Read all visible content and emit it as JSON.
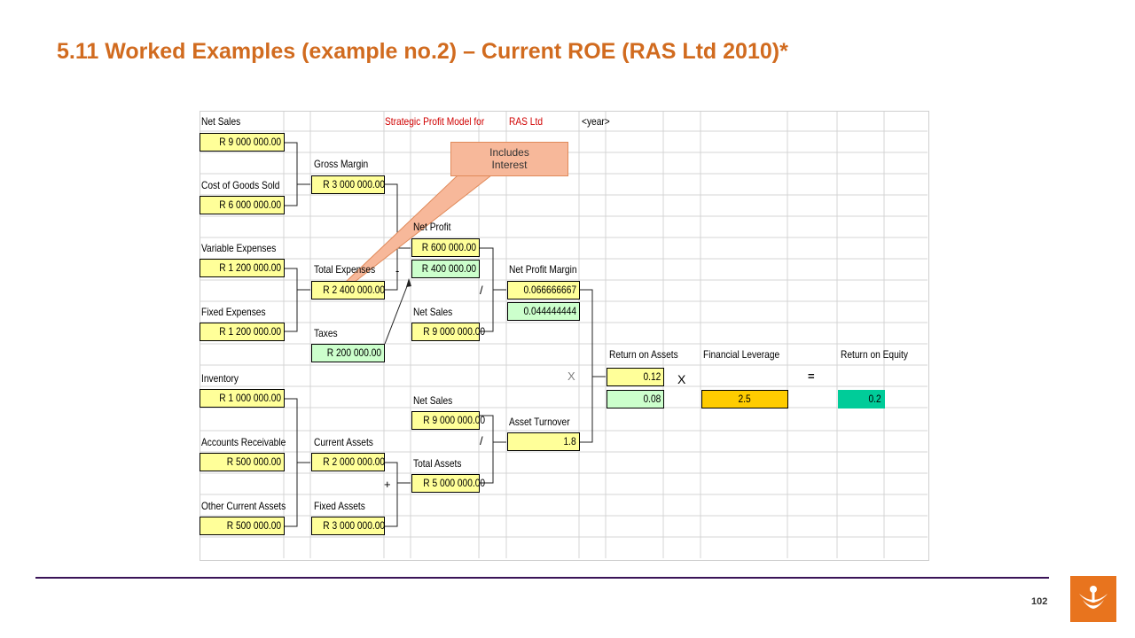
{
  "title": "5.11 Worked Examples (example no.2) – Current ROE (RAS Ltd 2010)*",
  "header": {
    "model_label": "Strategic Profit Model for",
    "company": "RAS Ltd",
    "year": "<year>"
  },
  "callout": {
    "line1": "Includes",
    "line2": "Interest"
  },
  "labels": {
    "net_sales": "Net Sales",
    "gross_margin": "Gross Margin",
    "cost_of_goods_sold": "Cost of Goods Sold",
    "net_profit": "Net Profit",
    "variable_expenses": "Variable Expenses",
    "total_expenses": "Total Expenses",
    "net_profit_margin": "Net Profit Margin",
    "fixed_expenses": "Fixed Expenses",
    "net_sales_2": "Net Sales",
    "taxes": "Taxes",
    "return_on_assets": "Return on Assets",
    "financial_leverage": "Financial Leverage",
    "return_on_equity": "Return on Equity",
    "inventory": "Inventory",
    "net_sales_3": "Net Sales",
    "asset_turnover": "Asset Turnover",
    "accounts_receivable": "Accounts Receivable",
    "current_assets": "Current Assets",
    "total_assets": "Total Assets",
    "other_current_assets": "Other Current Assets",
    "fixed_assets": "Fixed Assets"
  },
  "values": {
    "net_sales": "R 9 000 000.00",
    "gross_margin": "R 3 000 000.00",
    "cost_of_goods_sold": "R 6 000 000.00",
    "net_profit": "R 600 000.00",
    "net_profit_after_tax": "R 400 000.00",
    "variable_expenses": "R 1 200 000.00",
    "total_expenses": "R 2 400 000.00",
    "net_profit_margin": "0.066666667",
    "net_profit_margin_after_tax": "0.044444444",
    "fixed_expenses": "R 1 200 000.00",
    "net_sales_2": "R 9 000 000.00",
    "taxes": "R 200 000.00",
    "return_on_assets": "0.12",
    "return_on_assets_after_tax": "0.08",
    "financial_leverage": "2.5",
    "return_on_equity": "0.2",
    "inventory": "R 1 000 000.00",
    "net_sales_3": "R 9 000 000.00",
    "asset_turnover": "1.8",
    "accounts_receivable": "R 500 000.00",
    "current_assets": "R 2 000 000.00",
    "total_assets": "R 5 000 000.00",
    "other_current_assets": "R 500 000.00",
    "fixed_assets": "R 3 000 000.00"
  },
  "operators": {
    "minus_1": "-",
    "divide_1": "/",
    "times_grey": "X",
    "times": "X",
    "equals": "=",
    "divide_2": "/",
    "plus": "+"
  },
  "page_number": "102",
  "colors": {
    "title": "#d16b1f",
    "input_cell": "#ffff99",
    "after_tax_cell": "#ccffcc",
    "leverage_cell": "#ffcc00",
    "roe_cell": "#00cc99",
    "accent_line": "#3a1357",
    "logo": "#e8741e"
  }
}
